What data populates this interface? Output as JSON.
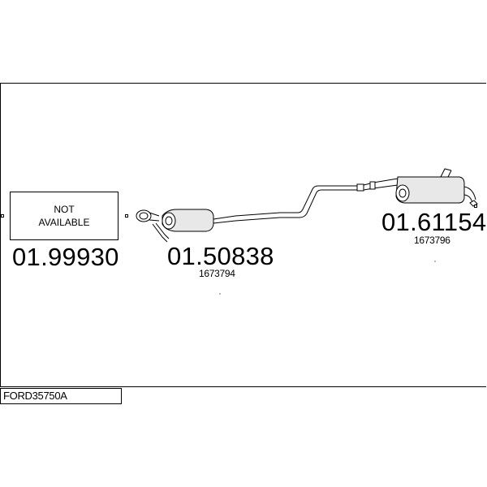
{
  "parts": [
    {
      "part_no": "01.99930",
      "status": [
        "NOT",
        "AVAILABLE"
      ]
    },
    {
      "part_no": "01.50838",
      "oe_no": "1673794"
    },
    {
      "part_no": "01.61154",
      "oe_no": "1673796"
    }
  ],
  "vehicle_code": "FORD35750A",
  "icons": [
    "exhaust-system-drawing",
    "connector-square-icon"
  ]
}
